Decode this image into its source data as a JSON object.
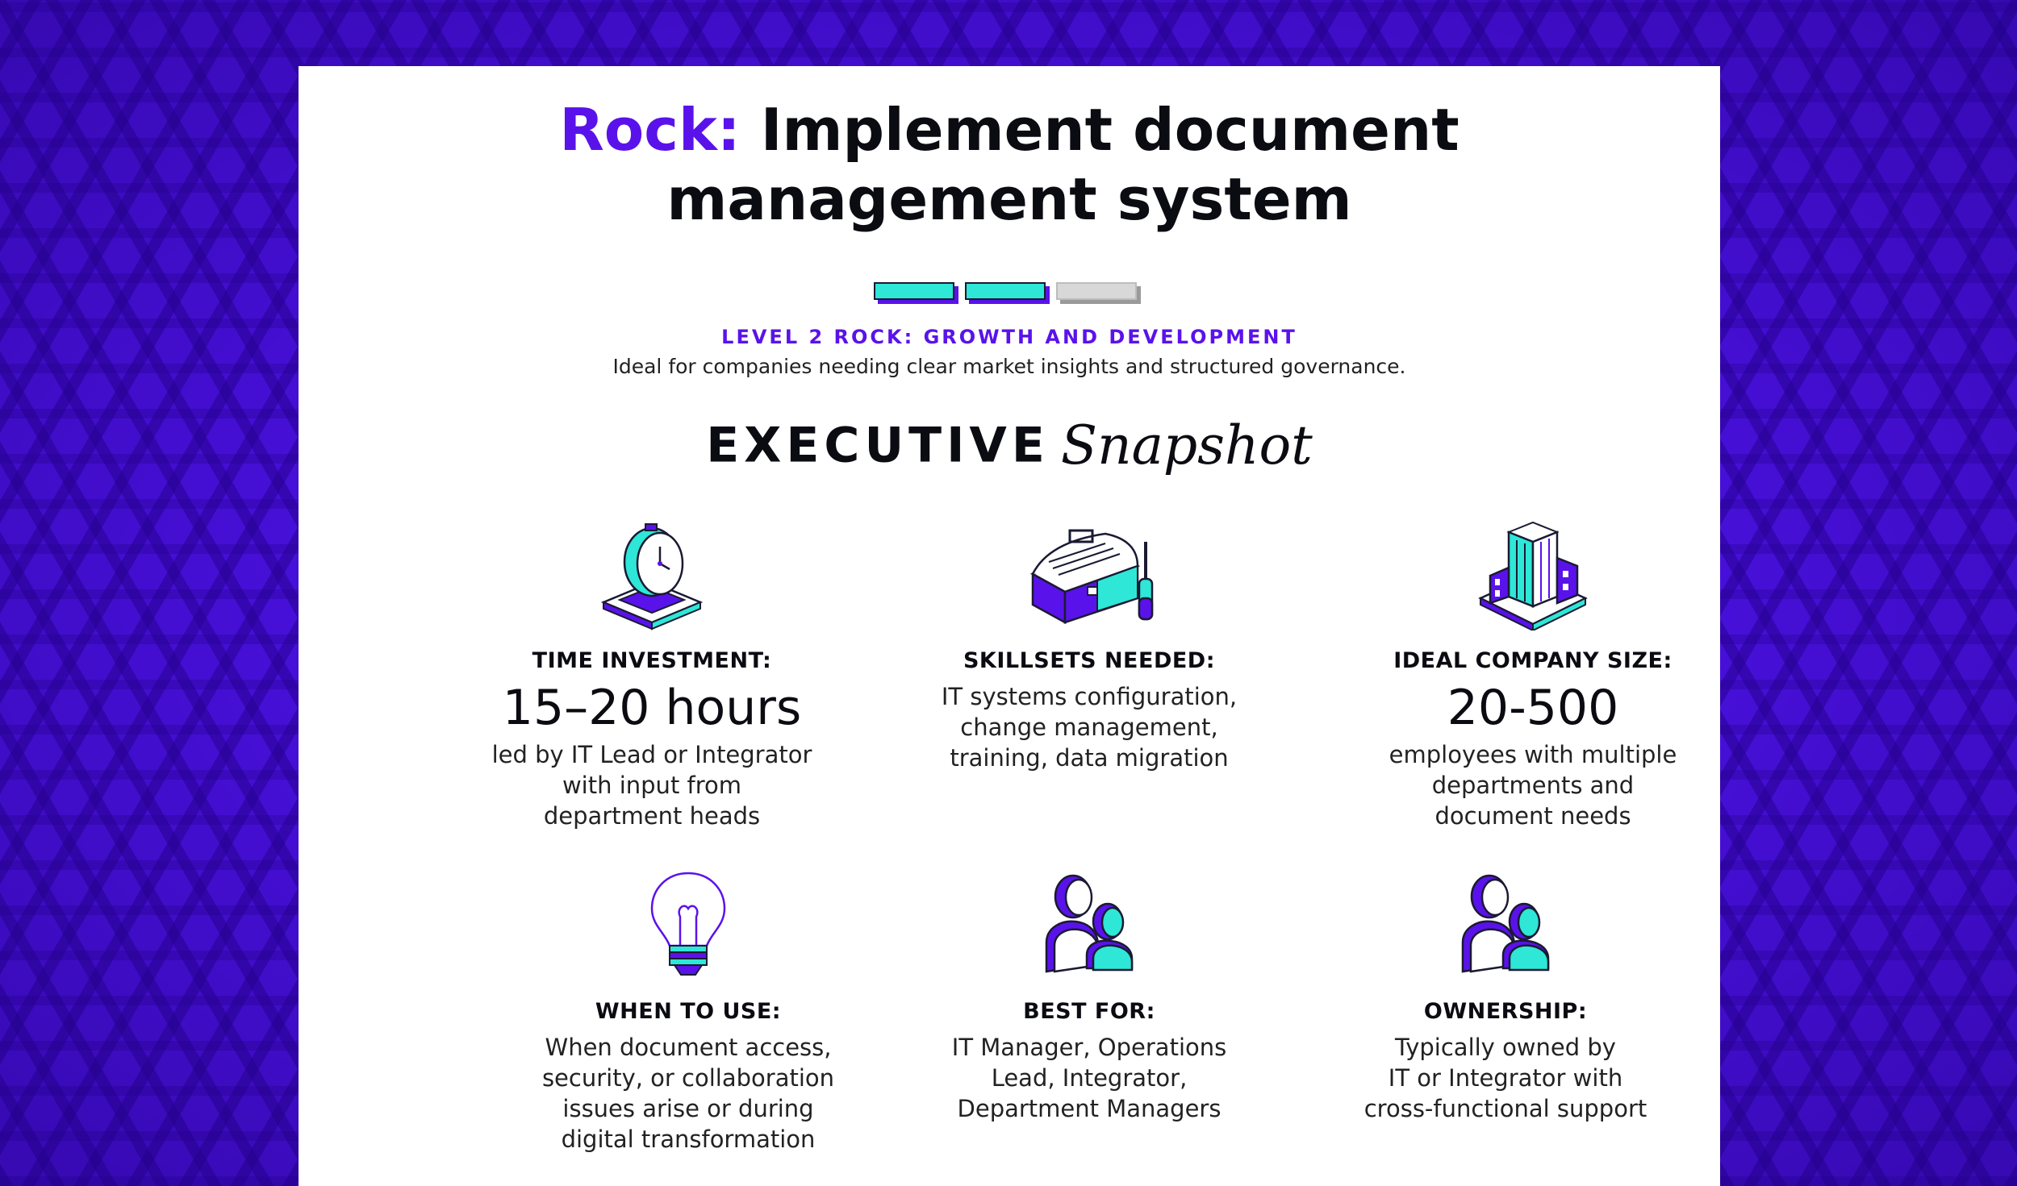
{
  "title": {
    "accent": "Rock:",
    "rest_line1": "Implement document",
    "rest_line2": "management system"
  },
  "progress": {
    "filled": 2,
    "total": 3
  },
  "level": "LEVEL 2 ROCK: GROWTH AND DEVELOPMENT",
  "ideal_for": "Ideal for companies needing clear market insights and structured governance.",
  "snapshot": {
    "bold": "EXECUTIVE",
    "script": "Snapshot"
  },
  "items": [
    {
      "icon": "clock-icon",
      "label": "TIME INVESTMENT:",
      "big": "15–20 hours",
      "desc": [
        "led by IT Lead or Integrator",
        "with input from",
        "department heads"
      ]
    },
    {
      "icon": "toolbox-icon",
      "label": "SKILLSETS NEEDED:",
      "big": "",
      "desc": [
        "IT systems configuration,",
        "change management,",
        "training, data migration"
      ]
    },
    {
      "icon": "building-icon",
      "label": "IDEAL COMPANY SIZE:",
      "big": "20-500",
      "desc": [
        "employees with multiple",
        "departments and",
        "document needs"
      ]
    },
    {
      "icon": "lightbulb-icon",
      "label": "WHEN TO USE:",
      "big": "",
      "desc": [
        "When document access,",
        "security, or collaboration",
        "issues arise or during",
        "digital transformation"
      ]
    },
    {
      "icon": "people-icon",
      "label": "BEST FOR:",
      "big": "",
      "desc": [
        "IT Manager, Operations",
        "Lead, Integrator,",
        "Department Managers"
      ]
    },
    {
      "icon": "people-icon",
      "label": "OWNERSHIP:",
      "big": "",
      "desc": [
        "Typically owned by",
        "IT or Integrator with",
        "cross-functional support"
      ]
    }
  ],
  "colors": {
    "accent": "#5a12ea",
    "teal": "#2ee7d6",
    "background": "#4a11e0"
  }
}
